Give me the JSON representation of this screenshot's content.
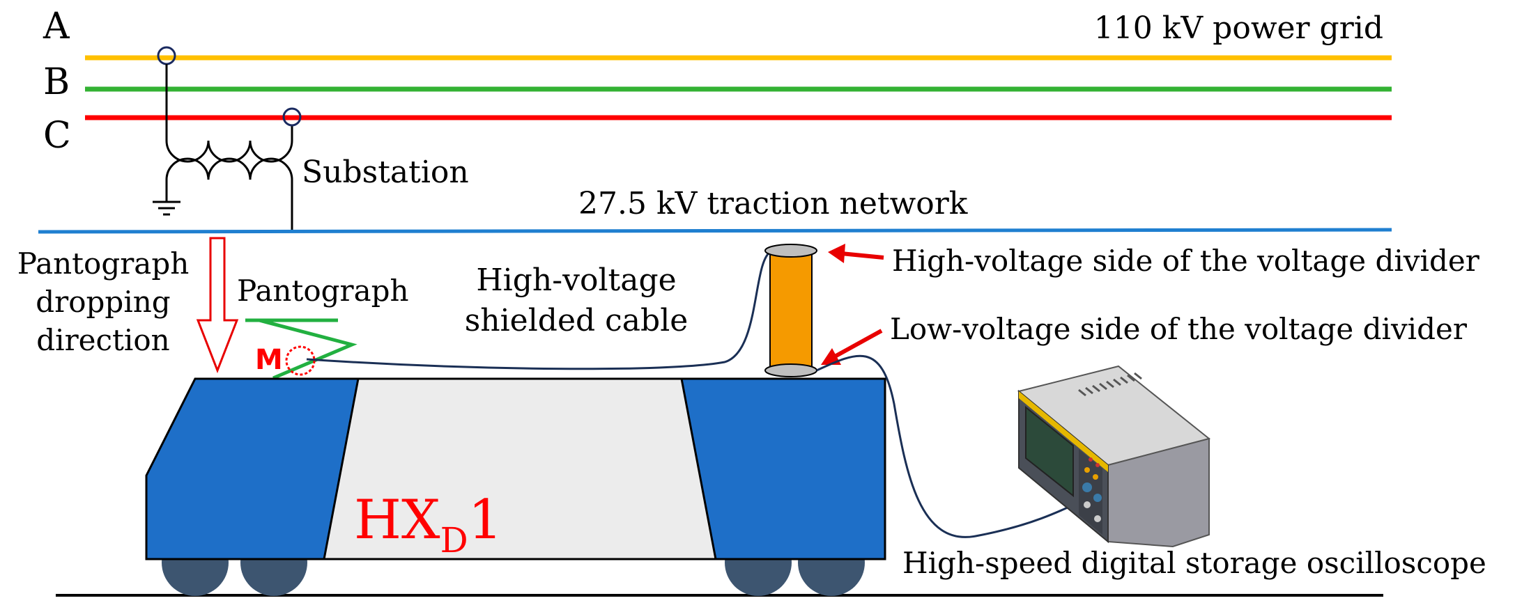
{
  "phases": {
    "a": "A",
    "b": "B",
    "c": "C"
  },
  "grid_label": "110 kV power grid",
  "substation_label": "Substation",
  "traction_label": "27.5 kV traction network",
  "pantograph_direction": {
    "line1": "Pantograph",
    "line2": "dropping",
    "line3": "direction"
  },
  "pantograph_label": "Pantograph",
  "point_label": "M",
  "cable_label": {
    "line1": "High-voltage",
    "line2": "shielded cable"
  },
  "divider_high_label": "High-voltage side of the voltage divider",
  "divider_low_label": "Low-voltage side of the voltage divider",
  "oscilloscope_label": "High-speed digital storage oscilloscope",
  "train_label": {
    "main": "HX",
    "subscript": "D",
    "suffix": "1"
  },
  "colors": {
    "phase_a": "#ffc000",
    "phase_b": "#33b233",
    "phase_c": "#ff0000",
    "traction_line": "#1f7fd0",
    "train_body": "#1e6fc8",
    "train_window": "#ececec",
    "wheels": "#3d5570",
    "divider": "#f59a00",
    "pantograph": "#22b040",
    "arrow": "#e80000"
  }
}
